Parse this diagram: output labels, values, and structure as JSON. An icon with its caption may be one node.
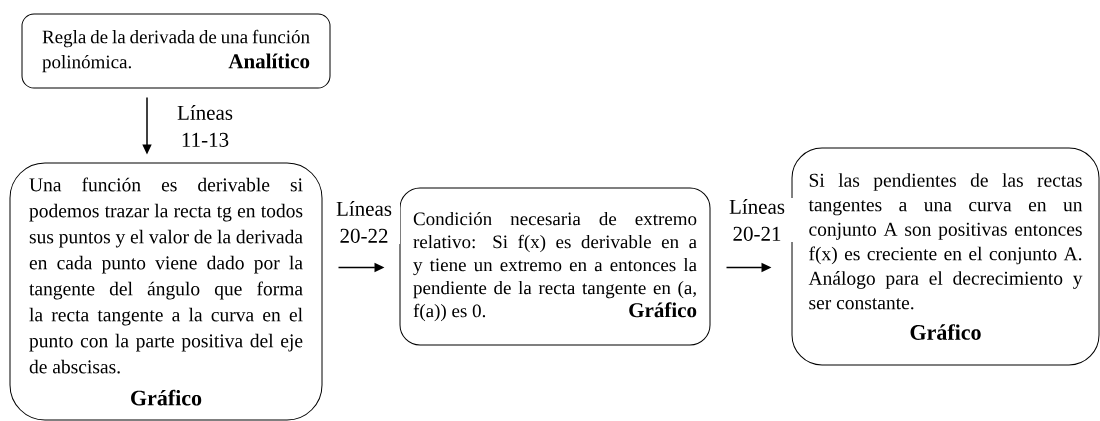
{
  "diagram": {
    "nodes": [
      {
        "text": [
          "Regla de la derivada de una función polinómica.",
          "Analítico"
        ]
      },
      {
        "text": [
          "Una función es derivable si podemos trazar la recta tg en todos sus puntos y el valor de la derivada en cada punto viene dado por la tangente del ángulo que forma la recta tangente a la curva en el punto con la parte positiva del eje de abscisas.",
          "Gráfico"
        ]
      },
      {
        "text": [
          "Condición necesaria de extremo relativo: Si f(x) es derivable en a y tiene un extremo en a entonces la pendiente de la recta tangente en (a, f(a)) es 0.",
          "Gráfico"
        ]
      },
      {
        "text": [
          "Si las pendientes de las rectas tangentes a una curva en un conjunto A son positivas entonces f(x) es creciente en el conjunto A. Análogo para el decrecimiento y ser constante.",
          "Gráfico"
        ]
      }
    ],
    "edges": [
      {
        "from": 0,
        "to": 1,
        "arrow": "to",
        "label": "Líneas 11-13"
      },
      {
        "from": 1,
        "to": 2,
        "arrow": "to",
        "label": "Líneas 20-22"
      },
      {
        "from": 2,
        "to": 3,
        "arrow": "to",
        "label": "Líneas 20-21"
      }
    ]
  }
}
